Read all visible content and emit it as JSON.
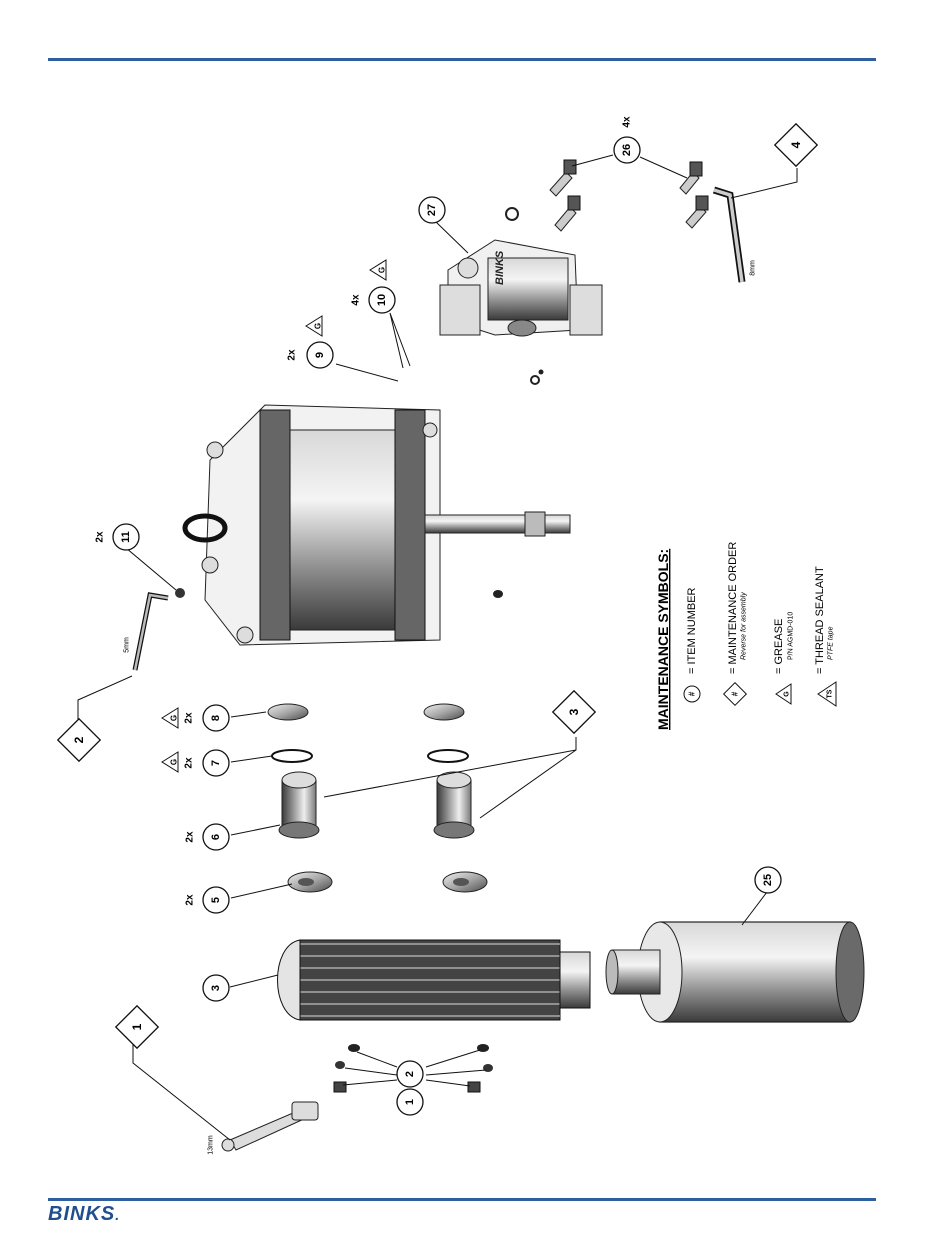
{
  "callouts": {
    "c1": "1",
    "c2": "2",
    "c3": "3",
    "c5": "5",
    "c6": "6",
    "c7": "7",
    "c8": "8",
    "c9": "9",
    "c10": "10",
    "c11": "11",
    "c25": "25",
    "c26": "26",
    "c27": "27",
    "c2b": "2",
    "c1b": "1"
  },
  "orders": {
    "o1": "1",
    "o2": "2",
    "o3": "3",
    "o4": "4"
  },
  "quantities": {
    "q5": "2x",
    "q6": "2x",
    "q7": "2x",
    "q8": "2x",
    "q9": "2x",
    "q10": "4x",
    "q11": "2x",
    "q26": "4x"
  },
  "symbols": {
    "grease_letter": "G"
  },
  "tool_sizes": {
    "t13": "13mm",
    "t5": "5mm",
    "t8": "8mm"
  },
  "brand_text": "BINKS",
  "legend": {
    "title": "MAINTENANCE SYMBOLS:",
    "item_number_symbol": "#",
    "item_number_label": "= ITEM NUMBER",
    "order_symbol": "#",
    "order_label": "= MAINTENANCE ORDER",
    "order_note": "Reverse for assembly",
    "grease_symbol": "G",
    "grease_label": "= GREASE",
    "grease_pn": "P/N  AGMD-010",
    "sealant_symbol": "TS",
    "sealant_label": "= THREAD SEALANT",
    "sealant_note": "PTFE tape"
  },
  "footer": {
    "logo": "BINKS"
  },
  "colors": {
    "rule": "#2f5f9e",
    "logo": "#1f4f8f"
  }
}
